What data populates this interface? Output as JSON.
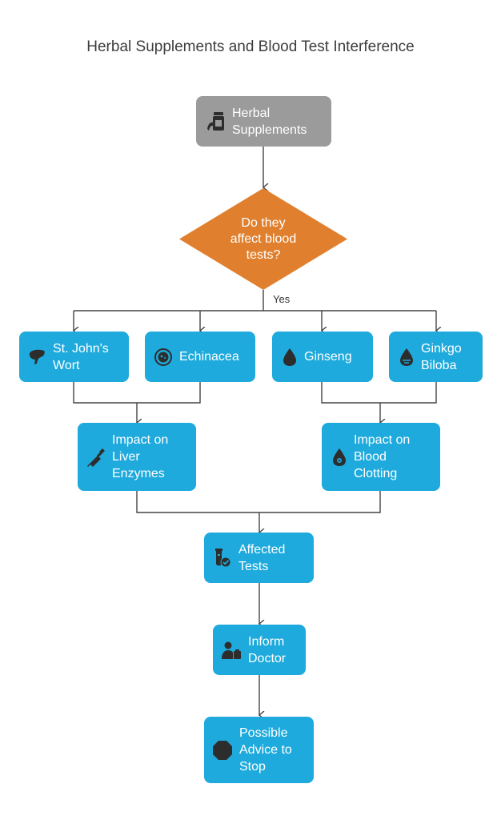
{
  "title": "Herbal Supplements and Blood Test Interference",
  "nodes": {
    "herbal_supplements": "Herbal\nSupplements",
    "decision": "Do they\naffect blood\ntests?",
    "st_johns_wort": "St. John's\nWort",
    "echinacea": "Echinacea",
    "ginseng": "Ginseng",
    "ginkgo_biloba": "Ginkgo\nBiloba",
    "liver_enzymes": "Impact on\nLiver\nEnzymes",
    "blood_clotting": "Impact on\nBlood\nClotting",
    "affected_tests": "Affected\nTests",
    "inform_doctor": "Inform\nDoctor",
    "advice_stop": "Possible\nAdvice to\nStop"
  },
  "edge_labels": {
    "yes": "Yes"
  },
  "colors": {
    "blue": "#1eaadc",
    "orange": "#e0802e",
    "gray": "#9b9b9b",
    "icon": "#2d2d2d"
  },
  "icons": {
    "herbal_supplements": "supplement-bottle-icon",
    "st_johns_wort": "liver-icon",
    "echinacea": "cell-icon",
    "ginseng": "drop-icon",
    "ginkgo_biloba": "blood-drop-icon",
    "liver_enzymes": "syringe-icon",
    "blood_clotting": "blood-drop-virus-icon",
    "affected_tests": "test-tube-check-icon",
    "inform_doctor": "doctor-icon",
    "advice_stop": "stop-octagon-icon"
  }
}
